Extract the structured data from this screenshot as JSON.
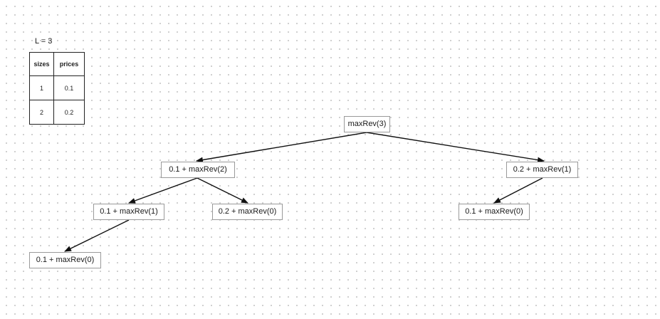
{
  "length_label": "L = 3",
  "price_table": {
    "headers": [
      "sizes",
      "prices"
    ],
    "rows": [
      [
        "1",
        "0.1"
      ],
      [
        "2",
        "0.2"
      ]
    ]
  },
  "tree": {
    "nodes": {
      "root": "maxRev(3)",
      "a": "0.1 + maxRev(2)",
      "b": "0.2 + maxRev(1)",
      "c": "0.1 + maxRev(1)",
      "d": "0.2 + maxRev(0)",
      "e": "0.1 + maxRev(0)",
      "f": "0.1 + maxRev(0)"
    },
    "edges": [
      [
        "root",
        "a"
      ],
      [
        "root",
        "b"
      ],
      [
        "a",
        "c"
      ],
      [
        "a",
        "d"
      ],
      [
        "b",
        "e"
      ],
      [
        "c",
        "f"
      ]
    ]
  }
}
